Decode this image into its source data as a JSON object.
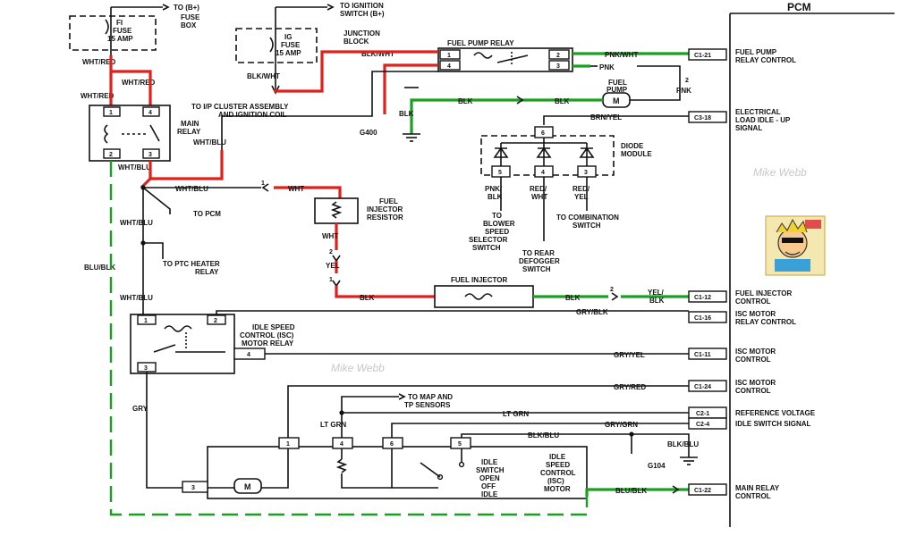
{
  "pcm": {
    "title": "PCM",
    "pins": [
      {
        "id": "C1-21",
        "label1": "FUEL PUMP",
        "label2": "RELAY CONTROL"
      },
      {
        "id": "C3-18",
        "label1": "ELECTRICAL",
        "label2": "LOAD IDLE - UP",
        "label3": "SIGNAL"
      },
      {
        "id": "C1-12",
        "label1": "FUEL INJECTOR",
        "label2": "CONTROL"
      },
      {
        "id": "C1-16",
        "label1": "ISC MOTOR",
        "label2": "RELAY CONTROL"
      },
      {
        "id": "C1-11",
        "label1": "ISC MOTOR",
        "label2": "CONTROL"
      },
      {
        "id": "C1-24",
        "label1": "ISC MOTOR",
        "label2": "CONTROL"
      },
      {
        "id": "C2-1",
        "label1": "REFERENCE VOLTAGE"
      },
      {
        "id": "C2-4",
        "label1": "IDLE SWITCH SIGNAL"
      },
      {
        "id": "C1-22",
        "label1": "MAIN RELAY",
        "label2": "CONTROL"
      }
    ]
  },
  "labels": {
    "to_b_plus": "TO (B+)",
    "fi_fuse_1": "FI",
    "fi_fuse_2": "FUSE",
    "fi_fuse_3": "15 AMP",
    "fuse_box_1": "FUSE",
    "fuse_box_2": "BOX",
    "to_ign_1": "TO IGNITION",
    "to_ign_2": "SWITCH (B+)",
    "ig_fuse_1": "IG",
    "ig_fuse_2": "FUSE",
    "ig_fuse_3": "15 AMP",
    "jb_1": "JUNCTION",
    "jb_2": "BLOCK",
    "fuel_pump_relay": "FUEL PUMP RELAY",
    "blk_wht_a": "BLK/WHT",
    "blk_wht_b": "BLK/WHT",
    "pnk_wht": "PNK/WHT",
    "pnk_a": "PNK",
    "pnk_b": "PNK",
    "fuel_pump_1": "FUEL",
    "fuel_pump_2": "PUMP",
    "blk_a": "BLK",
    "blk_b": "BLK",
    "blk_c": "BLK",
    "g400": "G400",
    "wht_red_a": "WHT/RED",
    "wht_red_b": "WHT/RED",
    "wht_red_c": "WHT/RED",
    "main_relay_1": "MAIN",
    "main_relay_2": "RELAY",
    "to_ip_1": "TO I/P CLUSTER ASSEMBLY",
    "to_ip_2": "AND IGNITION COIL",
    "wht_blu_a": "WHT/BLU",
    "wht_blu_b": "WHT/BLU",
    "wht_blu_c": "WHT/BLU",
    "wht_blu_d": "WHT/BLU",
    "wht_blu_e": "WHT/BLU",
    "brn_yel": "BRN/YEL",
    "diode_1": "DIODE",
    "diode_2": "MODULE",
    "pnk_blk": "PNK/",
    "pnk_blk2": "BLK",
    "red_wht": "RED/",
    "red_wht2": "WHT",
    "red_yel": "RED/",
    "red_yel2": "YEL",
    "to_blower_1": "TO",
    "to_blower_2": "BLOWER",
    "to_blower_3": "SPEED",
    "to_blower_4": "SELECTOR",
    "to_blower_5": "SWITCH",
    "to_rear_1": "TO REAR",
    "to_rear_2": "DEFOGGER",
    "to_rear_3": "SWITCH",
    "to_combo_1": "TO COMBINATION",
    "to_combo_2": "SWITCH",
    "wht_a": "WHT",
    "wht_b": "WHT",
    "to_pcm": "TO PCM",
    "fir_1": "FUEL",
    "fir_2": "INJECTOR",
    "fir_3": "RESISTOR",
    "yel": "YEL",
    "blu_blk_a": "BLU/BLK",
    "blu_blk_b": "BLU/BLK",
    "to_ptc_1": "TO PTC HEATER",
    "to_ptc_2": "RELAY",
    "fuel_injector": "FUEL INJECTOR",
    "yel_blk_1": "YEL/",
    "yel_blk_2": "BLK",
    "gry_blk": "GRY/BLK",
    "isc_relay_1": "IDLE SPEED",
    "isc_relay_2": "CONTROL (ISC)",
    "isc_relay_3": "MOTOR RELAY",
    "gry_yel": "GRY/YEL",
    "gry_red": "GRY/RED",
    "gry": "GRY",
    "to_map_1": "TO MAP AND",
    "to_map_2": "TP SENSORS",
    "lt_grn_a": "LT GRN",
    "lt_grn_b": "LT GRN",
    "gry_grn": "GRY/GRN",
    "blk_blu_a": "BLK/BLU",
    "blk_blu_b": "BLK/BLU",
    "g104": "G104",
    "idle_sw_1": "IDLE",
    "idle_sw_2": "SWITCH",
    "idle_sw_3": "OPEN",
    "idle_sw_4": "OFF",
    "idle_sw_5": "IDLE",
    "isc_motor_1": "IDLE",
    "isc_motor_2": "SPEED",
    "isc_motor_3": "CONTROL",
    "isc_motor_4": "(ISC)",
    "isc_motor_5": "MOTOR",
    "motor_m": "M",
    "watermark": "Mike Webb"
  },
  "terminals": {
    "t1": "1",
    "t2": "2",
    "t3": "3",
    "t4": "4",
    "t5": "5",
    "t6": "6"
  }
}
